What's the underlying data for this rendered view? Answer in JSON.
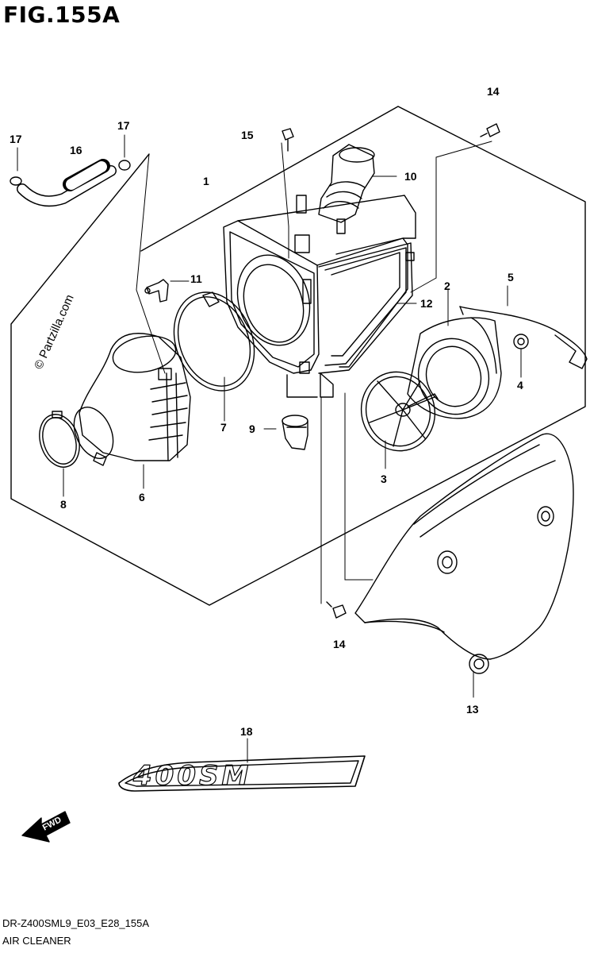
{
  "figure": {
    "title": "FIG.155A",
    "code": "DR-Z400SML9_E03_E28_155A",
    "name": "AIR CLEANER"
  },
  "watermark": "© Partzilla.com",
  "decal_text": "400SM",
  "fwd_label": "FWD",
  "callouts": {
    "c1": "1",
    "c2": "2",
    "c3": "3",
    "c4": "4",
    "c5": "5",
    "c6": "6",
    "c7": "7",
    "c8": "8",
    "c9": "9",
    "c10": "10",
    "c11": "11",
    "c12": "12",
    "c13": "13",
    "c14a": "14",
    "c14b": "14",
    "c15": "15",
    "c16": "16",
    "c17a": "17",
    "c17b": "17",
    "c18": "18"
  }
}
